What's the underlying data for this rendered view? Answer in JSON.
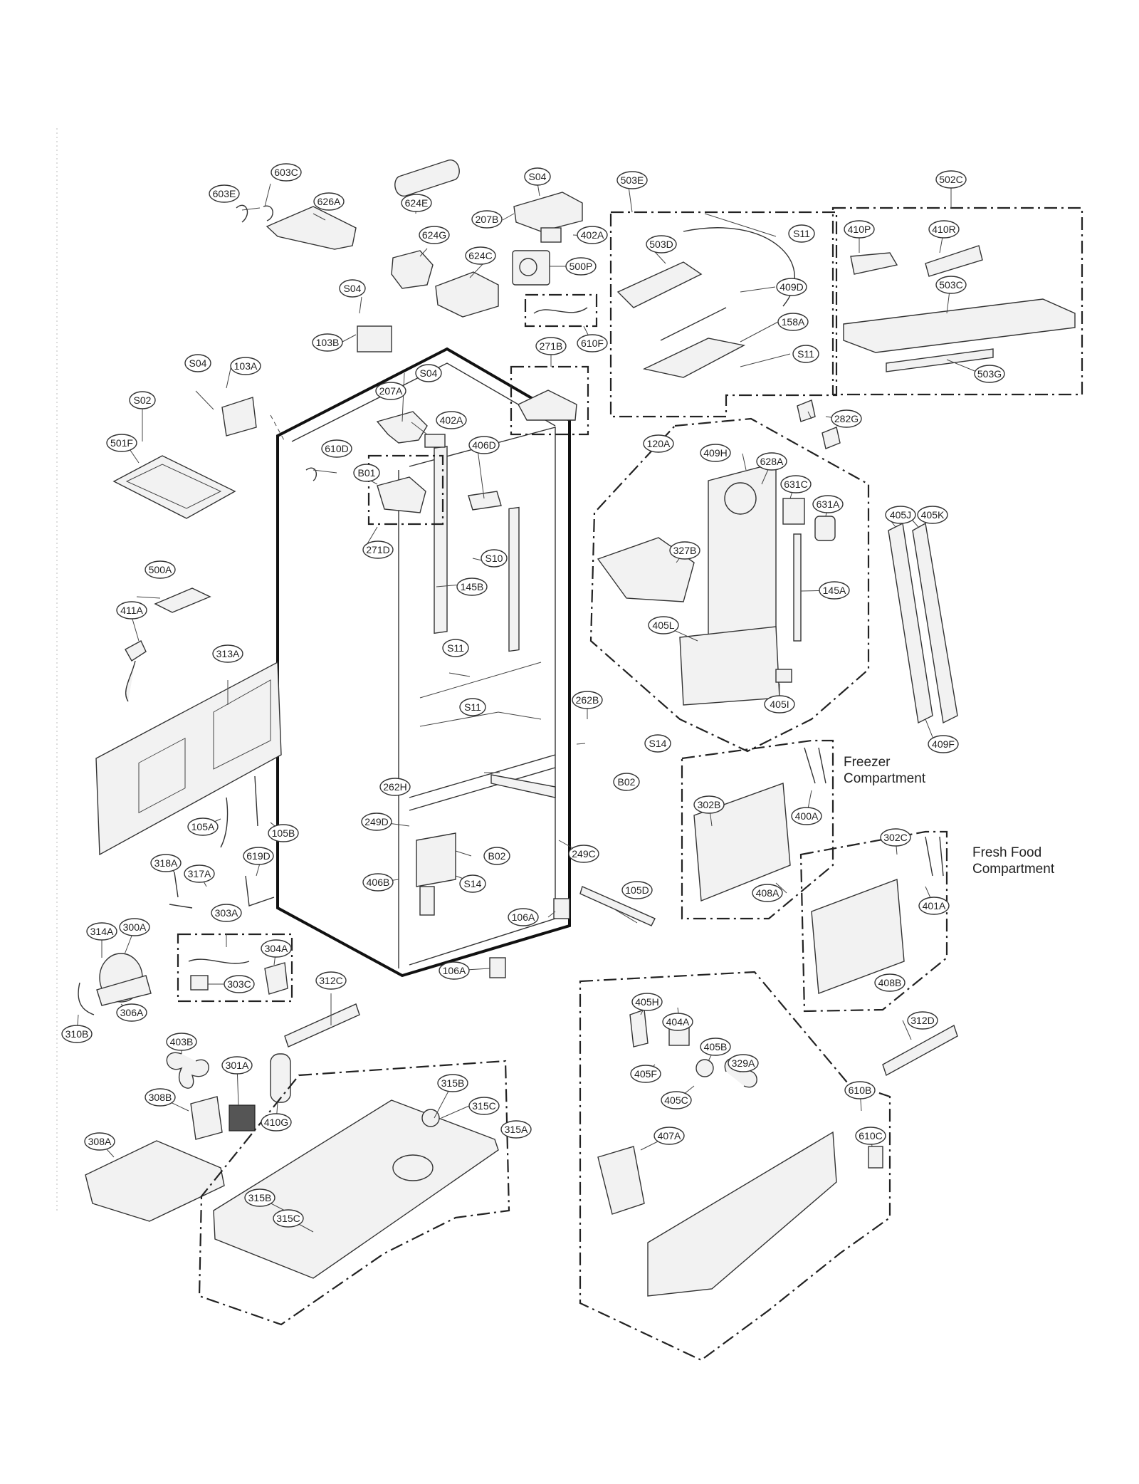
{
  "labels": {
    "l603E": "603E",
    "l603C": "603C",
    "l626A": "626A",
    "l624E": "624E",
    "l624G": "624G",
    "l624C": "624C",
    "lS04a": "S04",
    "l207B": "207B",
    "l402Aa": "402A",
    "l500P": "500P",
    "l610F": "610F",
    "l503E": "503E",
    "l503D": "503D",
    "lS11a": "S11",
    "l409D": "409D",
    "l158A": "158A",
    "lS11b": "S11",
    "l502C": "502C",
    "l410P": "410P",
    "l410R": "410R",
    "l503C": "503C",
    "l503G": "503G",
    "lS04b": "S04",
    "l103B": "103B",
    "l271B": "271B",
    "lS04c": "S04",
    "l103A": "103A",
    "lS04d": "S04",
    "l207A": "207A",
    "l402Ab": "402A",
    "lS02": "S02",
    "l610D": "610D",
    "l406D": "406D",
    "lB01": "B01",
    "l501F": "501F",
    "l271D": "271D",
    "lS10": "S10",
    "l145Ba": "145B",
    "lS11c": "S11",
    "lS11d": "S11",
    "l282G": "282G",
    "l120A": "120A",
    "l409H": "409H",
    "l628A": "628A",
    "l631C": "631C",
    "l631A": "631A",
    "l405J": "405J",
    "l405K": "405K",
    "l327B": "327B",
    "l145A": "145A",
    "l405L": "405L",
    "l405I": "405I",
    "l409F": "409F",
    "l500A": "500A",
    "l411A": "411A",
    "l313A": "313A",
    "l262B": "262B",
    "lS14a": "S14",
    "lB02a": "B02",
    "l262H": "262H",
    "l249D": "249D",
    "lB02b": "B02",
    "l249C": "249C",
    "lS14b": "S14",
    "l406B": "406B",
    "l105A": "105A",
    "l105B": "105B",
    "l318A": "318A",
    "l317A": "317A",
    "l619D": "619D",
    "l302B": "302B",
    "l400A": "400A",
    "l408A": "408A",
    "l302C": "302C",
    "l401A": "401A",
    "l408B": "408B",
    "l105D": "105D",
    "l106Aa": "106A",
    "l106Ab": "106A",
    "l303A": "303A",
    "l314A": "314A",
    "l300A": "300A",
    "l304A": "304A",
    "l303C": "303C",
    "l306A": "306A",
    "l310B": "310B",
    "l312C": "312C",
    "l312D": "312D",
    "l403B": "403B",
    "l301A": "301A",
    "l308B": "308B",
    "l410G": "410G",
    "l315B": "315B",
    "l315C": "315C",
    "l315A": "315A",
    "l308A": "308A",
    "l315Bb": "315B",
    "l315Cb": "315C",
    "l405H": "405H",
    "l404A": "404A",
    "l405B": "405B",
    "l405F": "405F",
    "l329A": "329A",
    "l405C": "405C",
    "l407A": "407A",
    "l610B": "610B",
    "l610C": "610C"
  },
  "notes": {
    "freezer_line1": "Freezer",
    "freezer_line2": "Compartment",
    "freshfood_line1": "Fresh Food",
    "freshfood_line2": "Compartment"
  }
}
